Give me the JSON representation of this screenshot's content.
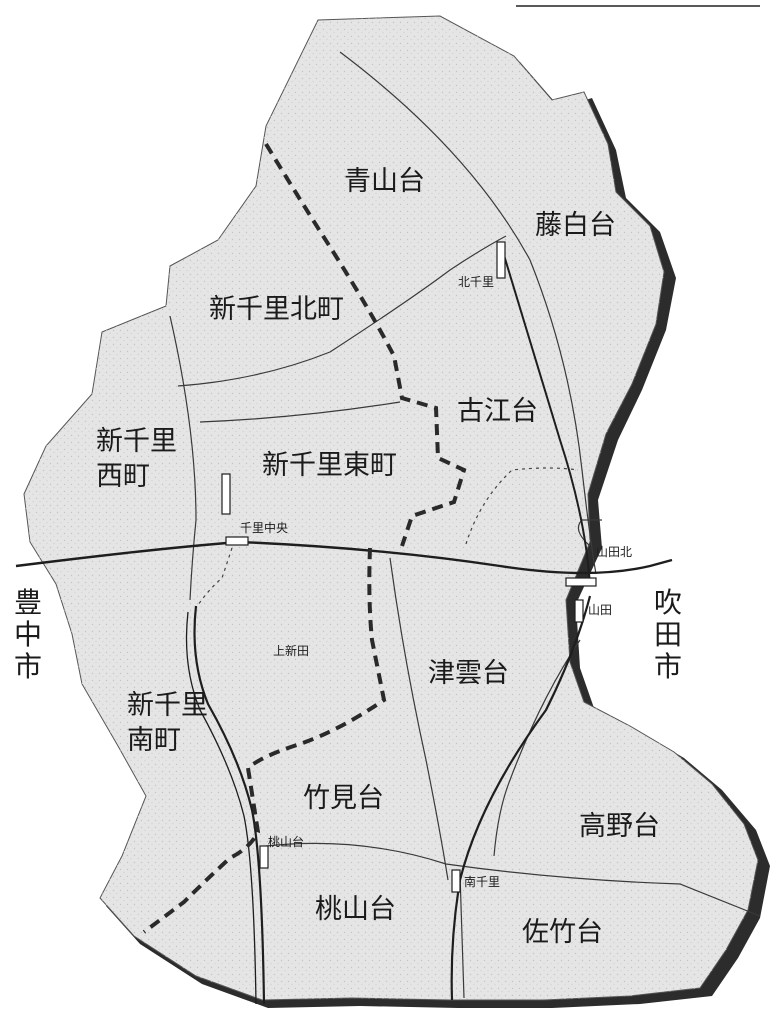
{
  "colors": {
    "land": "#e5e5e5",
    "land_texture": "#cfcfcf",
    "shadow": "#2c2c2c",
    "road": "#3a3a3a",
    "boundary": "#2a2a2a",
    "railway": "#1e1e1e",
    "text": "#1b1b1b",
    "station_fill": "#ffffff"
  },
  "districts": {
    "aoyamadai": "青山台",
    "fujishirodai": "藤白台",
    "shinsenri_kitamachi": "新千里北町",
    "furuedai": "古江台",
    "shinsenri_nishimachi_1": "新千里",
    "shinsenri_nishimachi_2": "西町",
    "shinsenri_higashimachi": "新千里東町",
    "kamishinden": "上新田",
    "tsukumodai": "津雲台",
    "shinsenri_minamimachi_1": "新千里",
    "shinsenri_minamimachi_2": "南町",
    "takemidai": "竹見台",
    "takanodai": "高野台",
    "momoyamadai": "桃山台",
    "satakedai": "佐竹台"
  },
  "cities": {
    "toyonaka": [
      "豊",
      "中",
      "市"
    ],
    "suita": [
      "吹",
      "田",
      "市"
    ]
  },
  "stations": {
    "kitasenri": "北千里",
    "senri_chuo": "千里中央",
    "yamadakita": "山田北",
    "yamada": "山田",
    "momoyamadai": "桃山台",
    "minamisenri": "南千里"
  }
}
